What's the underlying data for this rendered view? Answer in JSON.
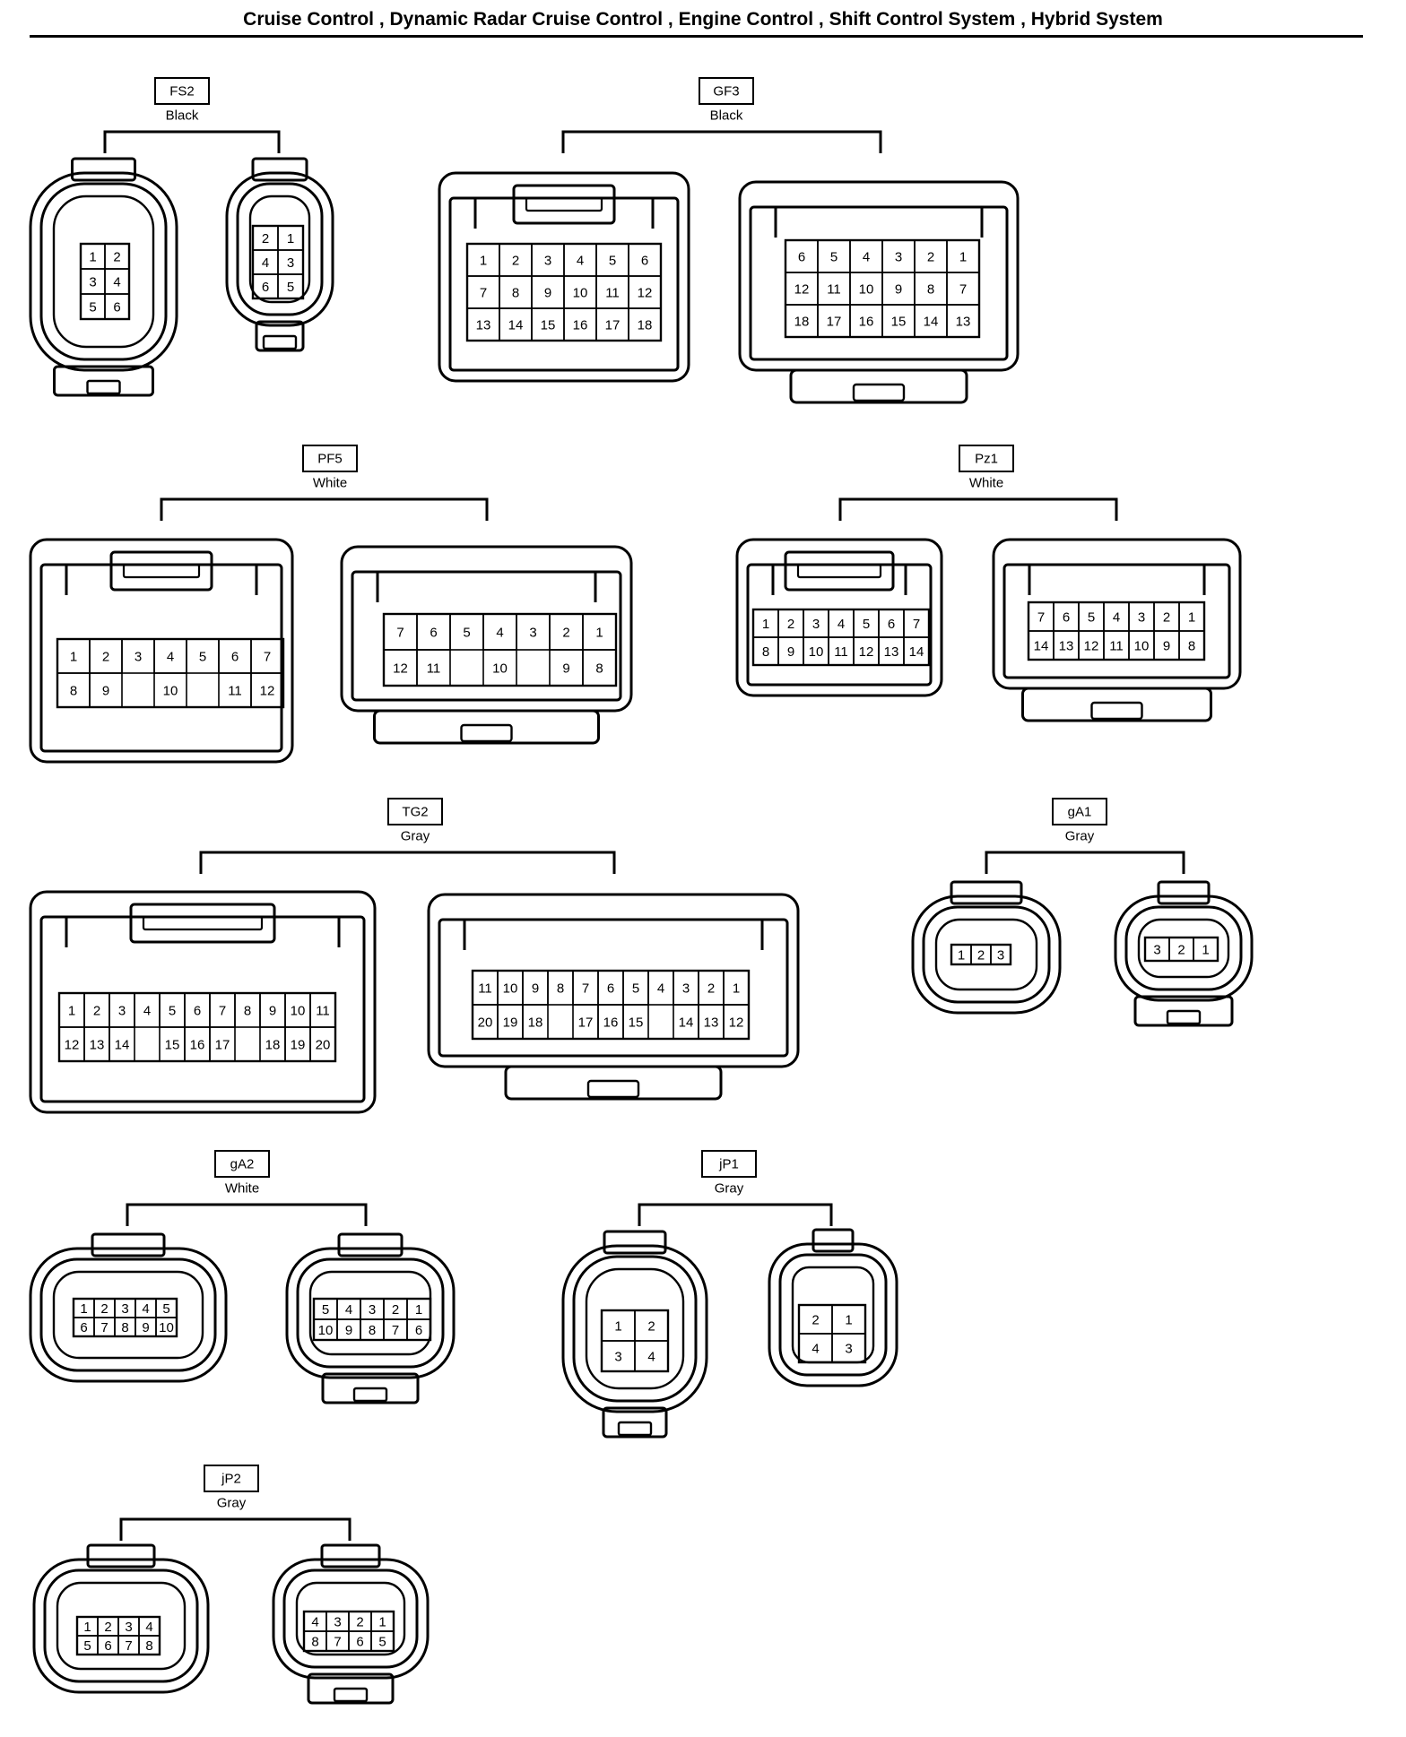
{
  "title": "Cruise Control , Dynamic Radar Cruise Control , Engine Control , Shift Control System , Hybrid System",
  "connectors": [
    {
      "code": "FS2",
      "color": "Black",
      "views": [
        {
          "kind": "round",
          "rows": [
            [
              "1",
              "2"
            ],
            [
              "3",
              "4"
            ],
            [
              "5",
              "6"
            ]
          ]
        },
        {
          "kind": "round",
          "rows": [
            [
              "2",
              "1"
            ],
            [
              "4",
              "3"
            ],
            [
              "6",
              "5"
            ]
          ]
        }
      ]
    },
    {
      "code": "GF3",
      "color": "Black",
      "views": [
        {
          "kind": "rect",
          "rows": [
            [
              "1",
              "2",
              "3",
              "4",
              "5",
              "6"
            ],
            [
              "7",
              "8",
              "9",
              "10",
              "11",
              "12"
            ],
            [
              "13",
              "14",
              "15",
              "16",
              "17",
              "18"
            ]
          ]
        },
        {
          "kind": "rect",
          "rows": [
            [
              "6",
              "5",
              "4",
              "3",
              "2",
              "1"
            ],
            [
              "12",
              "11",
              "10",
              "9",
              "8",
              "7"
            ],
            [
              "18",
              "17",
              "16",
              "15",
              "14",
              "13"
            ]
          ]
        }
      ]
    },
    {
      "code": "PF5",
      "color": "White",
      "views": [
        {
          "kind": "rect",
          "rows": [
            [
              "1",
              "2",
              "3",
              "4",
              "5",
              "6",
              "7"
            ],
            [
              "8",
              "9",
              "",
              "10",
              "",
              "11",
              "12"
            ]
          ]
        },
        {
          "kind": "rect",
          "rows": [
            [
              "7",
              "6",
              "5",
              "4",
              "3",
              "2",
              "1"
            ],
            [
              "12",
              "11",
              "",
              "10",
              "",
              "9",
              "8"
            ]
          ]
        }
      ]
    },
    {
      "code": "Pz1",
      "color": "White",
      "views": [
        {
          "kind": "rect",
          "rows": [
            [
              "1",
              "2",
              "3",
              "4",
              "5",
              "6",
              "7"
            ],
            [
              "8",
              "9",
              "10",
              "11",
              "12",
              "13",
              "14"
            ]
          ]
        },
        {
          "kind": "rect",
          "rows": [
            [
              "7",
              "6",
              "5",
              "4",
              "3",
              "2",
              "1"
            ],
            [
              "14",
              "13",
              "12",
              "11",
              "10",
              "9",
              "8"
            ]
          ]
        }
      ]
    },
    {
      "code": "TG2",
      "color": "Gray",
      "views": [
        {
          "kind": "rect",
          "rows": [
            [
              "1",
              "2",
              "3",
              "4",
              "5",
              "6",
              "7",
              "8",
              "9",
              "10",
              "11"
            ],
            [
              "12",
              "13",
              "14",
              "",
              "15",
              "16",
              "17",
              "",
              "18",
              "19",
              "20"
            ]
          ]
        },
        {
          "kind": "rect",
          "rows": [
            [
              "11",
              "10",
              "9",
              "8",
              "7",
              "6",
              "5",
              "4",
              "3",
              "2",
              "1"
            ],
            [
              "20",
              "19",
              "18",
              "",
              "17",
              "16",
              "15",
              "",
              "14",
              "13",
              "12"
            ]
          ]
        }
      ]
    },
    {
      "code": "gA1",
      "color": "Gray",
      "views": [
        {
          "kind": "round",
          "rows": [
            [
              "1",
              "2",
              "3"
            ]
          ]
        },
        {
          "kind": "round",
          "rows": [
            [
              "3",
              "2",
              "1"
            ]
          ]
        }
      ]
    },
    {
      "code": "gA2",
      "color": "White",
      "views": [
        {
          "kind": "round",
          "rows": [
            [
              "1",
              "2",
              "3",
              "4",
              "5"
            ],
            [
              "6",
              "7",
              "8",
              "9",
              "10"
            ]
          ]
        },
        {
          "kind": "round",
          "rows": [
            [
              "5",
              "4",
              "3",
              "2",
              "1"
            ],
            [
              "10",
              "9",
              "8",
              "7",
              "6"
            ]
          ]
        }
      ]
    },
    {
      "code": "jP1",
      "color": "Gray",
      "views": [
        {
          "kind": "round",
          "rows": [
            [
              "1",
              "2"
            ],
            [
              "3",
              "4"
            ]
          ]
        },
        {
          "kind": "round",
          "rows": [
            [
              "2",
              "1"
            ],
            [
              "4",
              "3"
            ]
          ]
        }
      ]
    },
    {
      "code": "jP2",
      "color": "Gray",
      "views": [
        {
          "kind": "round",
          "rows": [
            [
              "1",
              "2",
              "3",
              "4"
            ],
            [
              "5",
              "6",
              "7",
              "8"
            ]
          ]
        },
        {
          "kind": "round",
          "rows": [
            [
              "4",
              "3",
              "2",
              "1"
            ],
            [
              "8",
              "7",
              "6",
              "5"
            ]
          ]
        }
      ]
    }
  ]
}
